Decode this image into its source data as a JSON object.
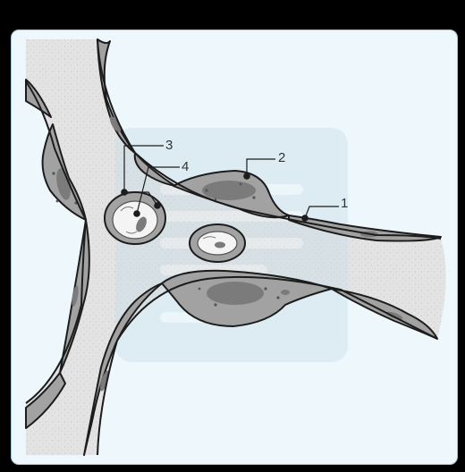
{
  "figure": {
    "callouts": [
      {
        "label": "1"
      },
      {
        "label": "2"
      },
      {
        "label": "3"
      },
      {
        "label": "4"
      }
    ]
  },
  "colors": {
    "background": "#000000",
    "panel": "#eef7fb",
    "panel_border": "#9fc7d8",
    "tissue": "#e6e6e6",
    "cell_body": "#a2a2a2",
    "nucleus": "#7b7b7b",
    "outline": "#1c1c1c",
    "watermark": "#c9dfe9"
  }
}
